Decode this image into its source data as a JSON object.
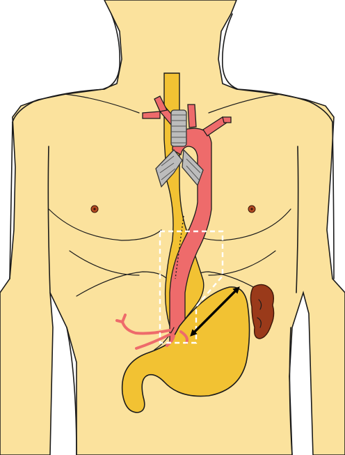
{
  "diagram": {
    "colors": {
      "background": "#ffffff",
      "skin": "#fbe29d",
      "outline": "#1b1b1b",
      "esophagus": "#f2c233",
      "stomach": "#f2c233",
      "aorta": "#ee6b6b",
      "trachea": "#bcbcbc",
      "spleen": "#9a3a1a",
      "nipple": "#b44a22",
      "highlight_box": "#ffffff",
      "arrow": "#000000"
    },
    "structures": [
      "body-silhouette",
      "esophagus",
      "aorta",
      "trachea",
      "stomach",
      "spleen",
      "celiac-branches",
      "highlight-box",
      "measurement-arrow"
    ],
    "highlight_box_style": "dashed",
    "arrow_style": "double-headed"
  }
}
